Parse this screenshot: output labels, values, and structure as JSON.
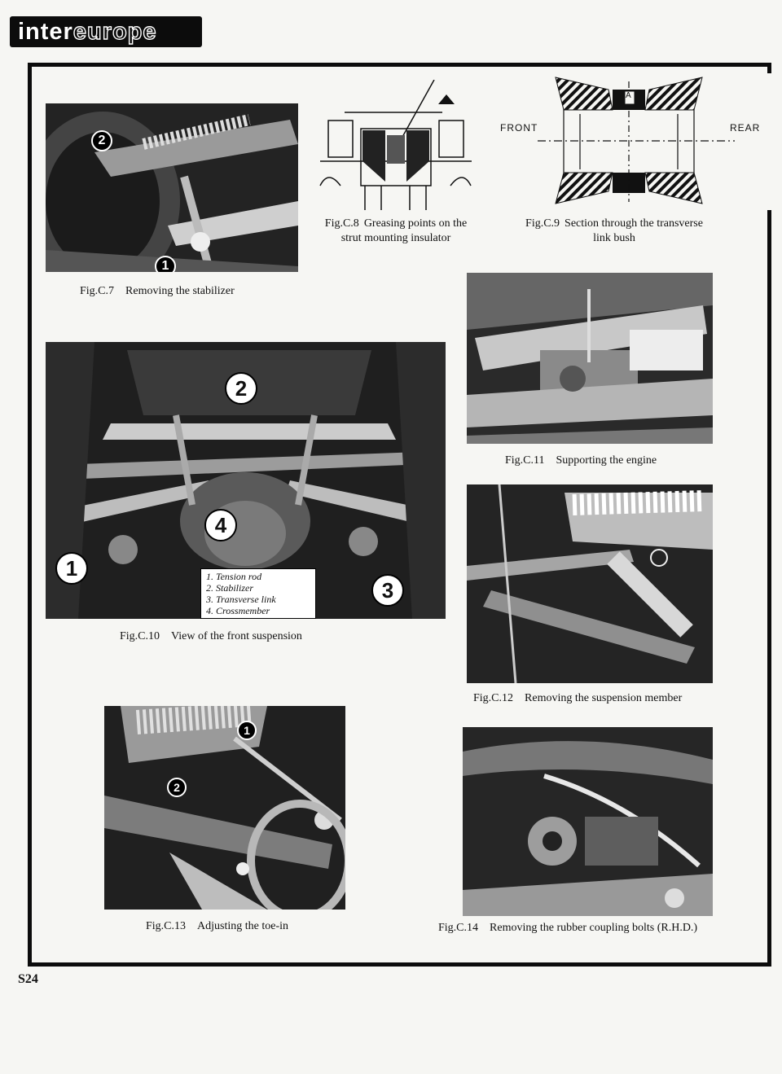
{
  "header": {
    "brand_left": "inter",
    "brand_right": "europe"
  },
  "page_number": "S24",
  "figures": {
    "c7": {
      "num": "Fig.C.7",
      "caption": "Removing the stabilizer",
      "callouts": [
        "2",
        "1"
      ]
    },
    "c8": {
      "num": "Fig.C.8",
      "caption_line1": "Greasing points on the",
      "caption_line2": "strut mounting insulator"
    },
    "c9": {
      "num": "Fig.C.9",
      "caption_line1": "Section through the transverse",
      "caption_line2": "link bush",
      "label_front": "FRONT",
      "label_rear": "REAR",
      "label_a": "A"
    },
    "c10": {
      "num": "Fig.C.10",
      "caption": "View of the front suspension",
      "callouts": [
        "2",
        "4",
        "1",
        "3"
      ],
      "legend": [
        "1. Tension rod",
        "2. Stabilizer",
        "3. Transverse link",
        "4. Crossmember"
      ]
    },
    "c11": {
      "num": "Fig.C.11",
      "caption": "Supporting the engine"
    },
    "c12": {
      "num": "Fig.C.12",
      "caption": "Removing the suspension member"
    },
    "c13": {
      "num": "Fig.C.13",
      "caption": "Adjusting the toe-in",
      "callouts": [
        "1",
        "2"
      ]
    },
    "c14": {
      "num": "Fig.C.14",
      "caption": "Removing the rubber coupling bolts (R.H.D.)"
    }
  }
}
